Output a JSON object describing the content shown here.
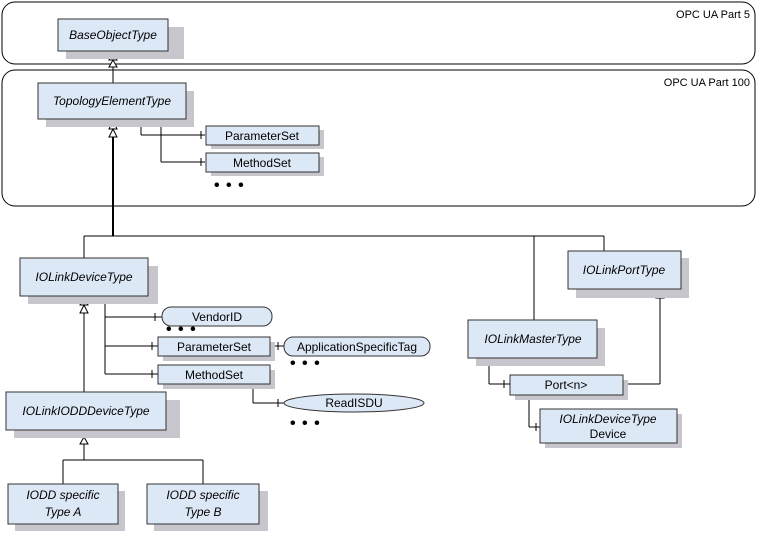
{
  "regions": {
    "part5": "OPC UA Part 5",
    "part100": "OPC UA Part 100"
  },
  "types": {
    "base_object": "BaseObjectType",
    "topology_element": "TopologyElementType",
    "iolink_device": "IOLinkDeviceType",
    "iolink_port": "IOLinkPortType",
    "iolink_master": "IOLinkMasterType",
    "iolink_iodd_device": "IOLinkIODDDeviceType",
    "iodd_a_line1": "IODD specific",
    "iodd_a_line2": "Type A",
    "iodd_b_line1": "IODD specific",
    "iodd_b_line2": "Type B"
  },
  "objects": {
    "parameter_set": "ParameterSet",
    "method_set": "MethodSet",
    "parameter_set_device": "ParameterSet",
    "method_set_device": "MethodSet",
    "port": "Port<n>",
    "device_line1": "IOLinkDeviceType",
    "device_line2": "Device"
  },
  "variables": {
    "vendor_id": "VendorID",
    "application_specific_tag": "ApplicationSpecificTag"
  },
  "methods": {
    "read_isdu": "ReadISDU"
  },
  "ellipsis": "• • •"
}
